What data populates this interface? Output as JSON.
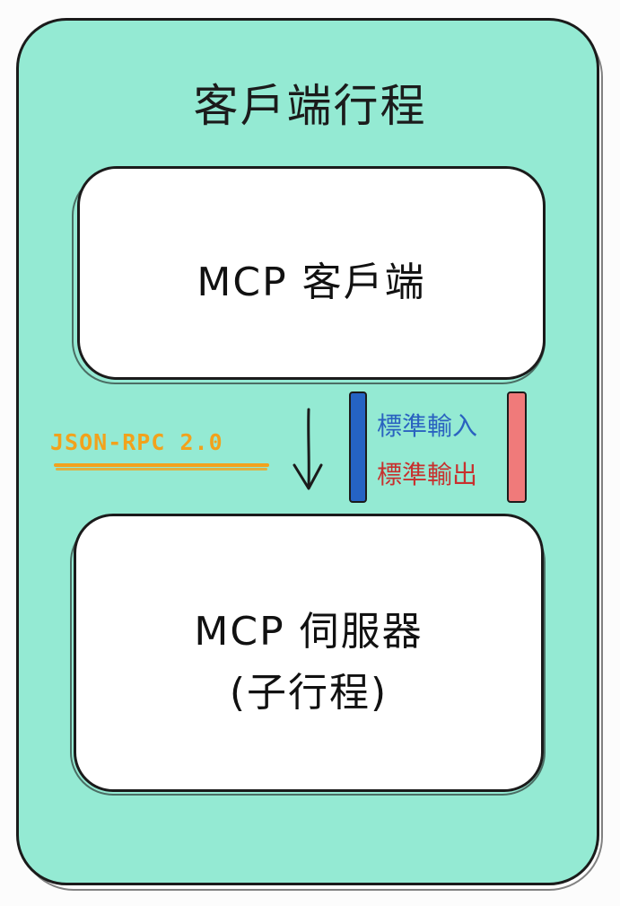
{
  "process": {
    "title": "客戶端行程"
  },
  "client": {
    "label": "MCP 客戶端"
  },
  "server": {
    "label_line1": "MCP 伺服器",
    "label_line2": "(子行程)"
  },
  "transport": {
    "protocol": "JSON-RPC 2.0",
    "stdin": "標準輸入",
    "stdout": "標準輸出"
  },
  "colors": {
    "background": "#94ead3",
    "box_fill": "#ffffff",
    "protocol": "#f2a21c",
    "stdin": "#2563c4",
    "stdout": "#f07a7a"
  },
  "icons": {
    "flow_arrow": "arrow-down-icon"
  }
}
